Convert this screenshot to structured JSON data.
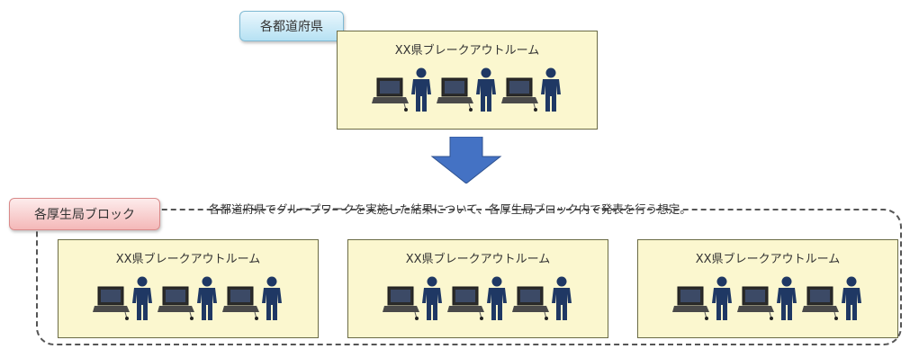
{
  "prefecture_label": "各都道府県",
  "block_label": "各厚生局ブロック",
  "description": "各都道府県でグループワークを実施した結果について、各厚生局ブロック内で発表を行う想定。",
  "top_room": {
    "title": "XX県ブレークアウトルーム"
  },
  "block_rooms": [
    {
      "title": "XX県ブレークアウトルーム"
    },
    {
      "title": "XX県ブレークアウトルーム"
    },
    {
      "title": "XX県ブレークアウトルーム"
    }
  ],
  "icons": {
    "laptop": "laptop-icon",
    "person": "person-icon",
    "arrow": "down-arrow-icon"
  },
  "colors": {
    "room_fill": "#fbf7cf",
    "arrow": "#4472c4",
    "person": "#1f3864",
    "pref_tag": "#b6e1f3",
    "block_tag": "#f4b8b8"
  }
}
